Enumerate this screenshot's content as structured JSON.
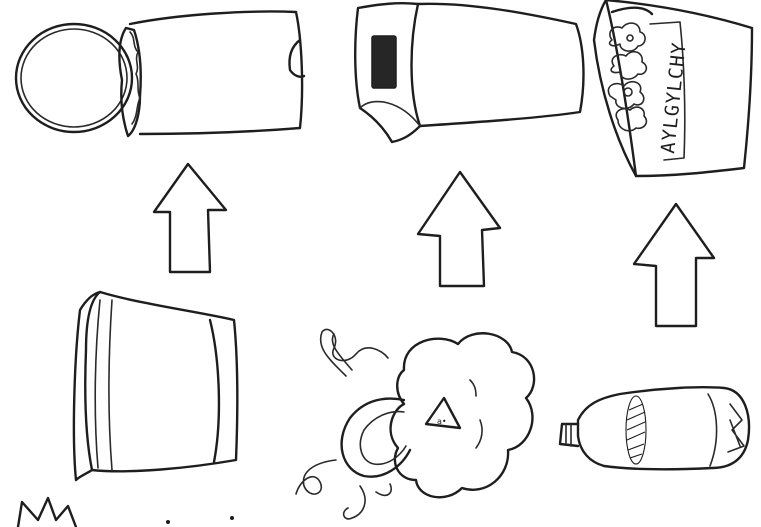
{
  "sketch": {
    "box_lettering": "AYLGYLCHY",
    "elements": [
      {
        "name": "yogurt-pot-planter",
        "icon": "pot-with-lid-icon"
      },
      {
        "name": "lampshade-cup",
        "icon": "lampshade-icon"
      },
      {
        "name": "popcorn-box",
        "icon": "box-icon"
      },
      {
        "name": "plastic-tub",
        "icon": "tub-icon"
      },
      {
        "name": "tote-bag-odour",
        "icon": "bag-icon"
      },
      {
        "name": "plastic-bottle",
        "icon": "bottle-icon"
      }
    ],
    "arrows": [
      {
        "name": "arrow-tub-to-pot",
        "direction": "up"
      },
      {
        "name": "arrow-bag-to-lampshade",
        "direction": "up"
      },
      {
        "name": "arrow-bottle-to-box",
        "direction": "up"
      }
    ],
    "ink_color": "#1e1e1e",
    "paper_color": "#ffffff"
  }
}
